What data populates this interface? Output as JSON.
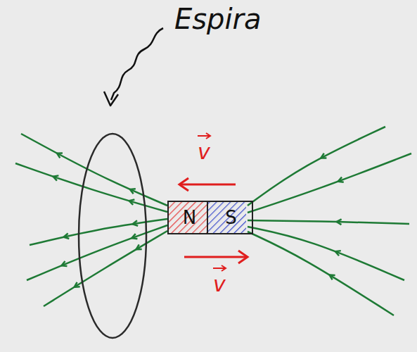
{
  "diagram": {
    "nodes": [
      {
        "text": [
          "N",
          "S"
        ]
      }
    ],
    "labels": [
      "Espira",
      "v",
      "v"
    ]
  }
}
